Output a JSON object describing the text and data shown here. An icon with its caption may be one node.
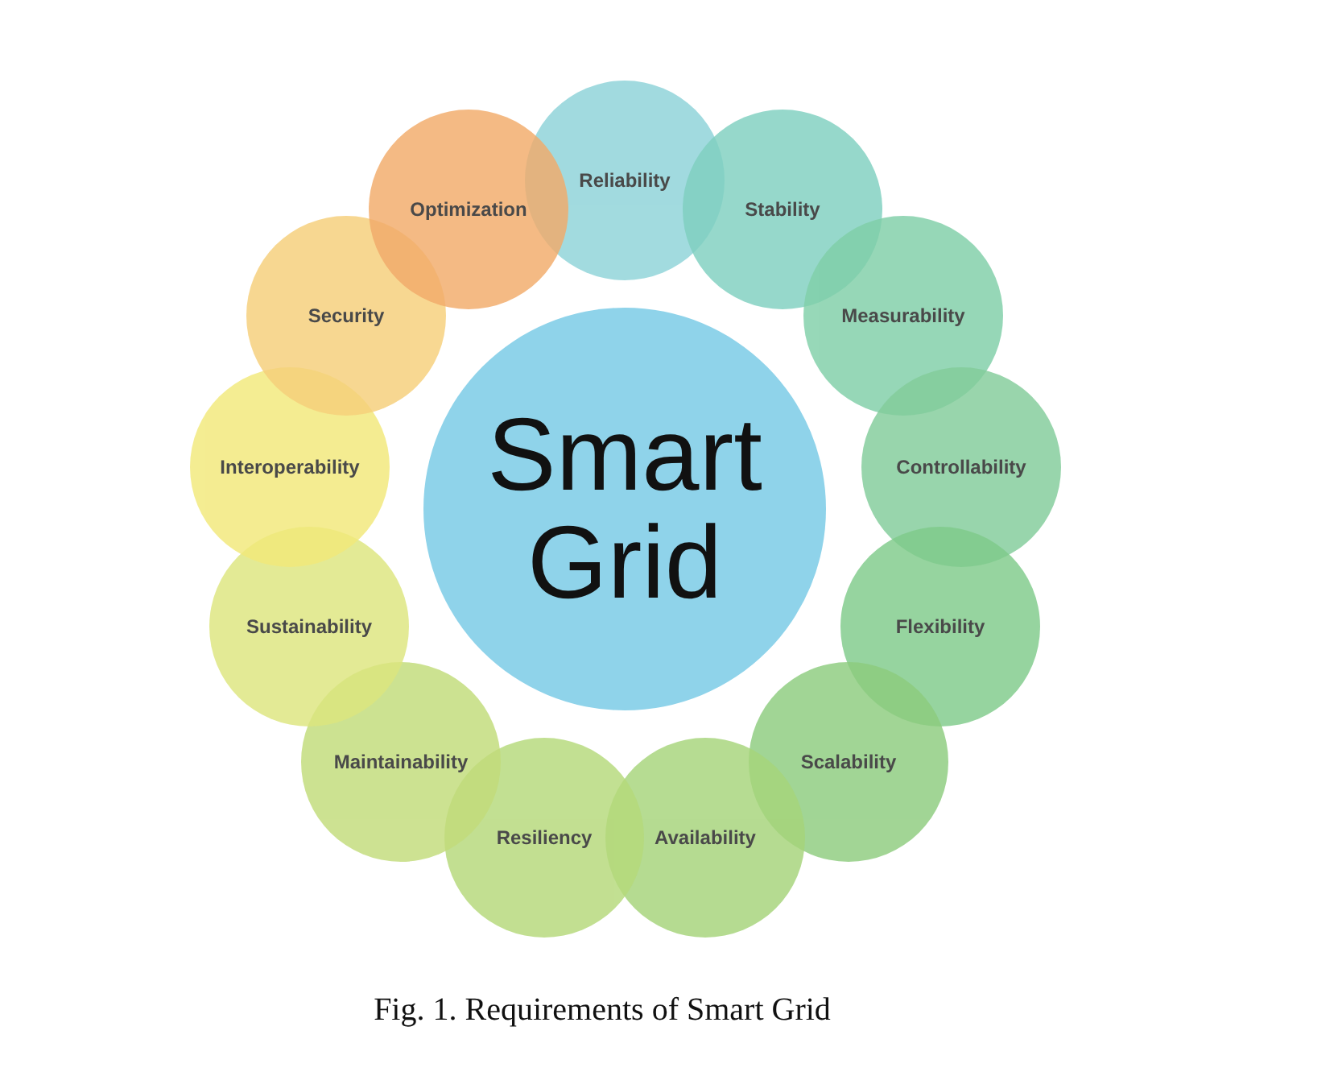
{
  "diagram": {
    "caption": "Fig. 1. Requirements of Smart Grid",
    "nodes": [
      {
        "text": [
          "Smart Grid"
        ]
      },
      {
        "text": [
          "Reliability"
        ]
      },
      {
        "text": [
          "Stability"
        ]
      },
      {
        "text": [
          "Measurability"
        ]
      },
      {
        "text": [
          "Controllability"
        ]
      },
      {
        "text": [
          "Flexibility"
        ]
      },
      {
        "text": [
          "Scalability"
        ]
      },
      {
        "text": [
          "Availability"
        ]
      },
      {
        "text": [
          "Resiliency"
        ]
      },
      {
        "text": [
          "Maintainability"
        ]
      },
      {
        "text": [
          "Sustainability"
        ]
      },
      {
        "text": [
          "Interoperability"
        ]
      },
      {
        "text": [
          "Security"
        ]
      },
      {
        "text": [
          "Optimization"
        ]
      }
    ],
    "edges": []
  }
}
